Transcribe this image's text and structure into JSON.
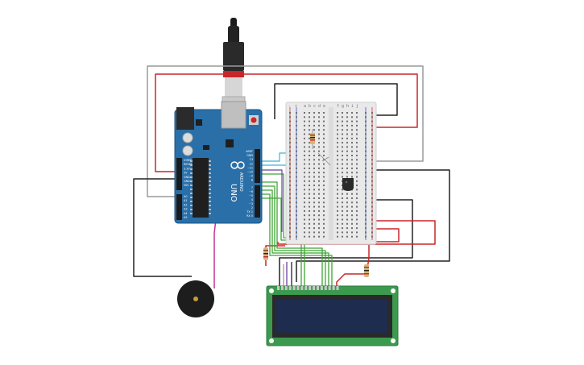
{
  "arduino": {
    "brand_text": "ARDUINO",
    "model_text": "UNO",
    "power_header_labels": [
      "IOREF",
      "RESET",
      "3.3V",
      "5V",
      "GND",
      "GND",
      "VIN"
    ],
    "analog_header_labels": [
      "A0",
      "A1",
      "A2",
      "A3",
      "A4",
      "A5"
    ],
    "digital_header_top_labels": [
      "AREF",
      "GND",
      "13",
      "12",
      "~11",
      "~10",
      "~9",
      "8"
    ],
    "digital_header_bottom_labels": [
      "7",
      "~6",
      "~5",
      "4",
      "~3",
      "2",
      "TX 1",
      "RX 0"
    ],
    "board_color": "#2a6fa8"
  },
  "breadboard": {
    "column_letters_left": [
      "a",
      "b",
      "c",
      "d",
      "e"
    ],
    "column_letters_right": [
      "f",
      "g",
      "h",
      "i",
      "j"
    ],
    "rail_minus": "-",
    "rail_plus": "+"
  },
  "wire_colors": {
    "red": "#c8262a",
    "black": "#222222",
    "grey": "#9a9a9a",
    "green": "#3fa535",
    "cyan": "#3fb4d0",
    "magenta": "#c2338f",
    "purple": "#6b3fa0",
    "blue": "#3a5bc7"
  },
  "lcd": {
    "pcb_color": "#3c9a4e",
    "screen_color": "#1e2d4f"
  },
  "icons": [
    "usb-cable-icon",
    "piezo-buzzer-icon",
    "temperature-sensor-icon",
    "potentiometer-icon",
    "resistor-icon"
  ]
}
